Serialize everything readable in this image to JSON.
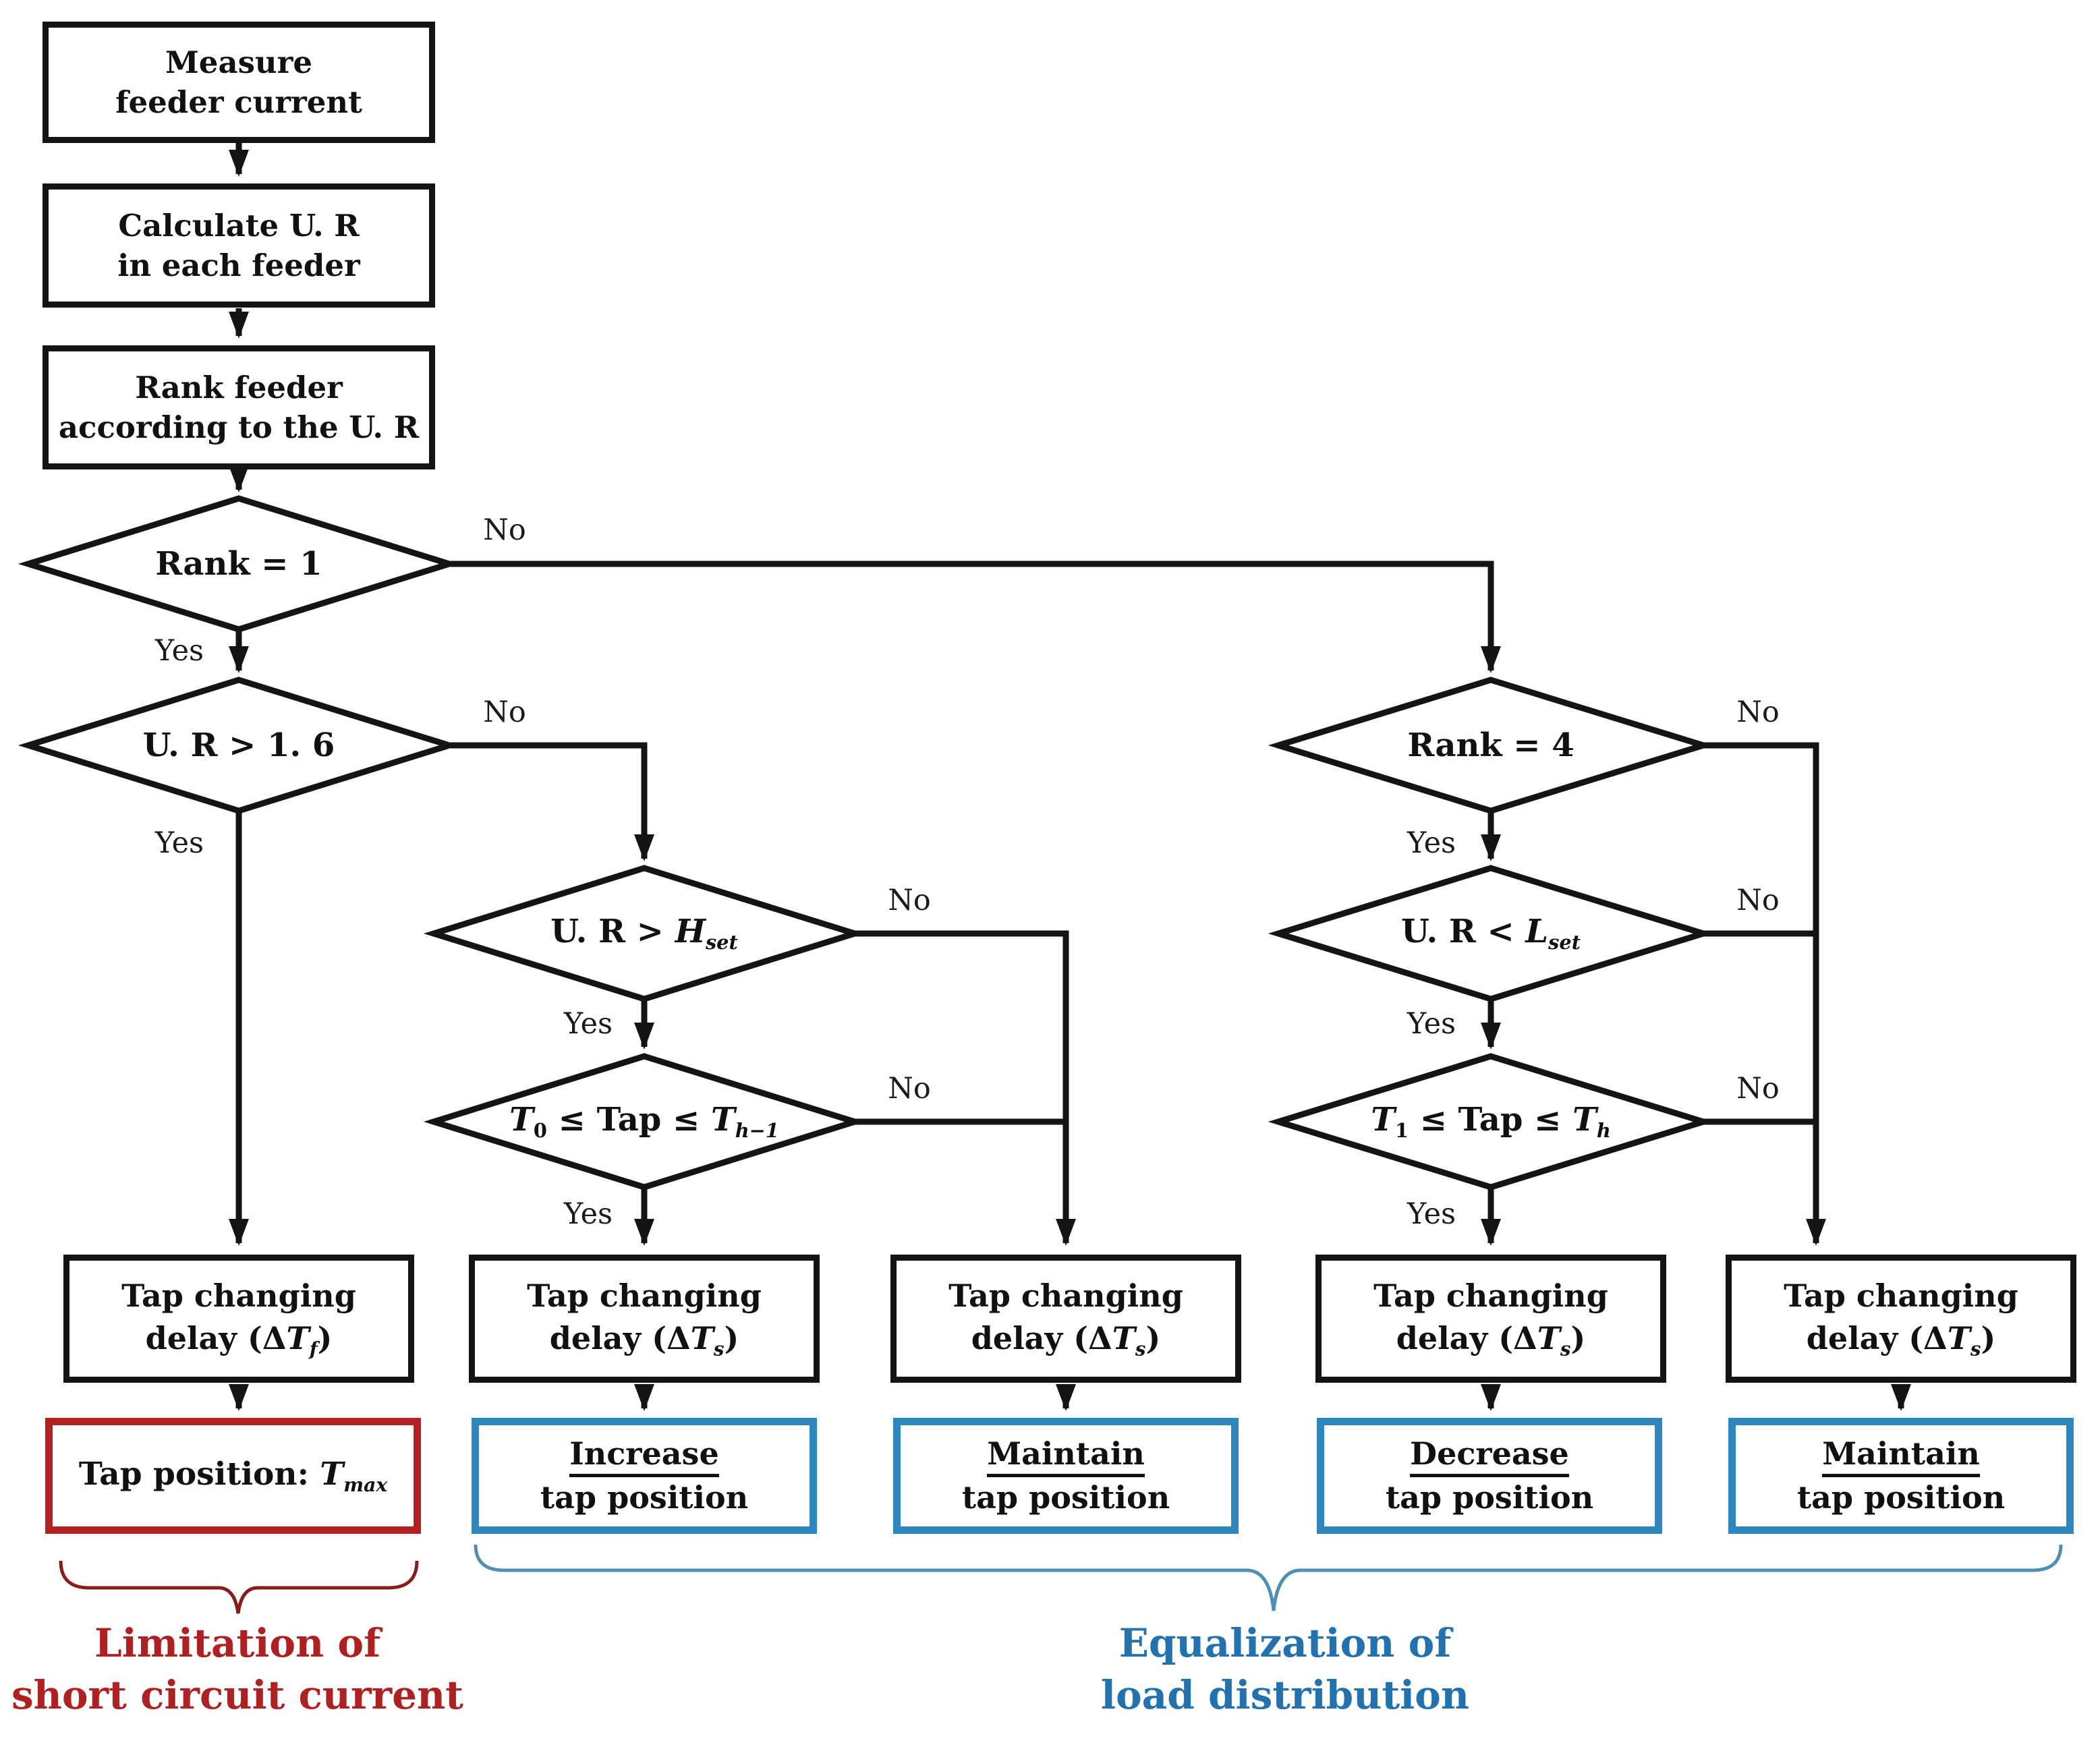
{
  "flowchart": {
    "labels": {
      "yes": "Yes",
      "no": "No"
    },
    "nodes": {
      "measure": {
        "lines": [
          [
            {
              "t": "Measure"
            }
          ],
          [
            {
              "t": "feeder current"
            }
          ]
        ]
      },
      "calculate": {
        "lines": [
          [
            {
              "t": "Calculate U. R"
            }
          ],
          [
            {
              "t": "in each feeder"
            }
          ]
        ]
      },
      "rank": {
        "lines": [
          [
            {
              "t": "Rank feeder"
            }
          ],
          [
            {
              "t": "according to the U. R"
            }
          ]
        ]
      },
      "rank1": {
        "lines": [
          [
            {
              "t": "Rank = 1"
            }
          ]
        ]
      },
      "ur16": {
        "lines": [
          [
            {
              "t": "U. R > 1. 6"
            }
          ]
        ]
      },
      "ur_hset": {
        "lines": [
          [
            {
              "t": "U. R > "
            },
            {
              "t": "H",
              "i": true
            },
            {
              "t": "set",
              "i": true,
              "sub": true
            }
          ]
        ]
      },
      "tap_high": {
        "lines": [
          [
            {
              "t": "T",
              "i": true
            },
            {
              "t": "0",
              "sub": true
            },
            {
              "t": " ≤ Tap ≤ "
            },
            {
              "t": "T",
              "i": true
            },
            {
              "t": "h−1",
              "i": true,
              "sub": true
            }
          ]
        ]
      },
      "rank4": {
        "lines": [
          [
            {
              "t": "Rank = 4"
            }
          ]
        ]
      },
      "ur_lset": {
        "lines": [
          [
            {
              "t": "U. R < "
            },
            {
              "t": "L",
              "i": true
            },
            {
              "t": "set",
              "i": true,
              "sub": true
            }
          ]
        ]
      },
      "tap_low": {
        "lines": [
          [
            {
              "t": "T",
              "i": true
            },
            {
              "t": "1",
              "sub": true
            },
            {
              "t": " ≤ Tap ≤ "
            },
            {
              "t": "T",
              "i": true
            },
            {
              "t": "h",
              "i": true,
              "sub": true
            }
          ]
        ]
      },
      "delay_f": {
        "lines": [
          [
            {
              "t": "Tap changing"
            }
          ],
          [
            {
              "t": "delay (Δ"
            },
            {
              "t": "T",
              "i": true
            },
            {
              "t": "f",
              "i": true,
              "sub": true
            },
            {
              "t": ")"
            }
          ]
        ]
      },
      "delay_s": {
        "lines": [
          [
            {
              "t": "Tap changing"
            }
          ],
          [
            {
              "t": "delay (Δ"
            },
            {
              "t": "T",
              "i": true
            },
            {
              "t": "s",
              "i": true,
              "sub": true
            },
            {
              "t": ")"
            }
          ]
        ]
      },
      "tap_max": {
        "lines": [
          [
            {
              "t": "Tap position: "
            },
            {
              "t": "T",
              "i": true
            },
            {
              "t": "max",
              "i": true,
              "sub": true
            }
          ]
        ]
      },
      "increase": {
        "lines": [
          [
            {
              "t": "Increase",
              "u": true
            }
          ],
          [
            {
              "t": "tap position"
            }
          ]
        ]
      },
      "maintain": {
        "lines": [
          [
            {
              "t": "Maintain",
              "u": true
            }
          ],
          [
            {
              "t": "tap position"
            }
          ]
        ]
      },
      "decrease": {
        "lines": [
          [
            {
              "t": "Decrease",
              "u": true
            }
          ],
          [
            {
              "t": "tap position"
            }
          ]
        ]
      }
    },
    "captions": {
      "limitation": {
        "lines": [
          [
            {
              "t": "Limitation of"
            }
          ],
          [
            {
              "t": "short circuit current"
            }
          ]
        ]
      },
      "equalization": {
        "lines": [
          [
            {
              "t": "Equalization of"
            }
          ],
          [
            {
              "t": "load distribution"
            }
          ]
        ]
      }
    },
    "colors": {
      "line": "#141414",
      "box_border": "#141414",
      "red_box_border": "#B52121",
      "blue_box_border": "#2E86C1",
      "red_caption": "#B02020",
      "blue_caption": "#2272B0",
      "red_brace": "#8B1A1A",
      "blue_brace": "#4F8FB5"
    }
  }
}
